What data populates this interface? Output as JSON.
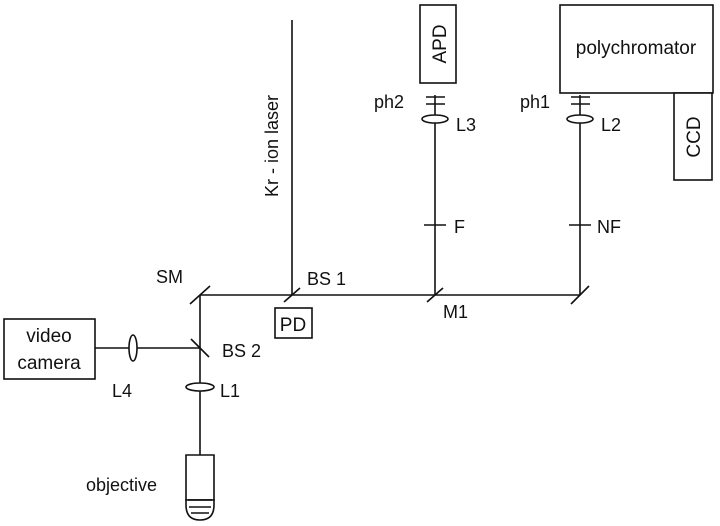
{
  "diagram": {
    "laser": "Kr - ion laser",
    "apd": "APD",
    "polychromator": "polychromator",
    "ccd": "CCD",
    "pinhole_2": "ph2",
    "pinhole_1": "ph1",
    "lens_3": "L3",
    "lens_2": "L2",
    "filter": "F",
    "notch_filter": "NF",
    "scan_mirror": "SM",
    "beam_splitter_1": "BS 1",
    "photodiode": "PD",
    "mirror_1": "M1",
    "video_camera": "video\ncamera",
    "beam_splitter_2": "BS 2",
    "lens_4": "L4",
    "lens_1": "L1",
    "objective": "objective"
  }
}
